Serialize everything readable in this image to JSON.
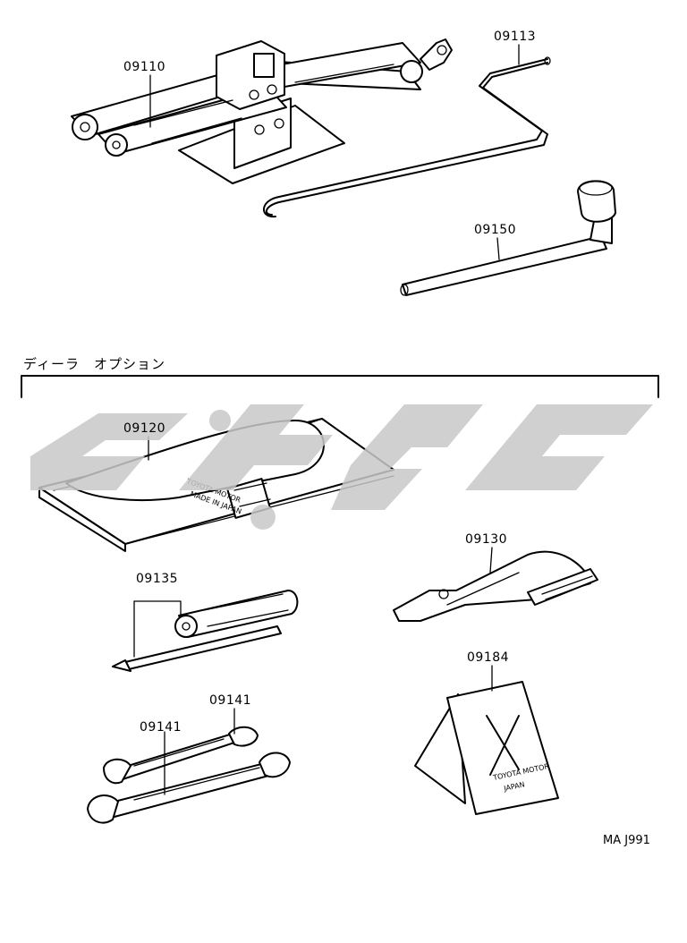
{
  "section_label": "ディーラ　オプション",
  "drawing_code": "MA J991",
  "parts": {
    "jack": "09110",
    "jack_handle": "09113",
    "wheel_wrench": "09150",
    "tool_bag": "09120",
    "pliers": "09130",
    "screwdriver": "09135",
    "wrench_small": "09141",
    "wrench_large": "09141",
    "wheel_chock": "09184"
  },
  "imprints": {
    "bag_line1": "TOYOTA MOTOR",
    "bag_line2": "MADE IN JAPAN",
    "chock_line1": "TOYOTA MOTOR",
    "chock_line2": "JAPAN"
  },
  "colors": {
    "line": "#000000",
    "watermark": "#c8c8c8",
    "background": "#ffffff"
  }
}
